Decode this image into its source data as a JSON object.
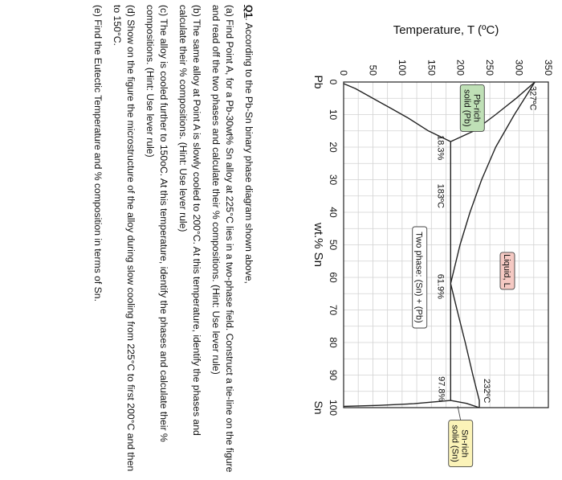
{
  "chart_data": {
    "type": "phase-diagram",
    "xlabel": "wt.% Sn",
    "ylabel": "Temperature, T (ºC)",
    "xlim": [
      0,
      100
    ],
    "ylim": [
      0,
      350
    ],
    "x_ticks": [
      "0",
      "10",
      "20",
      "30",
      "40",
      "50",
      "60",
      "70",
      "80",
      "90",
      "100"
    ],
    "y_ticks": [
      "0",
      "50",
      "100",
      "150",
      "200",
      "250",
      "300",
      "350"
    ],
    "x_end_labels": {
      "left": "Pb",
      "right": "Sn"
    },
    "grid": true,
    "boundaries": {
      "liquidus_pb": [
        [
          0,
          327
        ],
        [
          10,
          292
        ],
        [
          20,
          260
        ],
        [
          30,
          236
        ],
        [
          40,
          216
        ],
        [
          50,
          199
        ],
        [
          61.9,
          183
        ]
      ],
      "liquidus_sn": [
        [
          61.9,
          183
        ],
        [
          70,
          194
        ],
        [
          80,
          208
        ],
        [
          90,
          221
        ],
        [
          97.8,
          232
        ],
        [
          100,
          232
        ]
      ],
      "solidus_pb": [
        [
          0,
          327
        ],
        [
          5,
          295
        ],
        [
          10,
          260
        ],
        [
          15,
          223
        ],
        [
          18.3,
          183
        ]
      ],
      "solvus_pb": [
        [
          18.3,
          183
        ],
        [
          15,
          145
        ],
        [
          11,
          110
        ],
        [
          8,
          80
        ],
        [
          5,
          50
        ],
        [
          2,
          20
        ],
        [
          0.5,
          0
        ]
      ],
      "eutectic": [
        [
          18.3,
          183
        ],
        [
          97.8,
          183
        ]
      ],
      "solvus_sn": [
        [
          97.8,
          183
        ],
        [
          98.8,
          120
        ],
        [
          99.3,
          60
        ],
        [
          99.6,
          0
        ]
      ],
      "solidus_sn": [
        [
          97.8,
          183
        ],
        [
          98.7,
          210
        ],
        [
          100,
          232
        ]
      ]
    },
    "points": [
      {
        "label": "327ºC",
        "x": 0,
        "y": 327
      },
      {
        "label": "232ºC",
        "x": 100,
        "y": 232
      },
      {
        "label": "18.3%",
        "x": 18.3,
        "y": 183
      },
      {
        "label": "61.9%",
        "x": 61.9,
        "y": 183
      },
      {
        "label": "97.8%",
        "x": 97.8,
        "y": 183
      },
      {
        "label": "183ºC",
        "x": 35,
        "y": 183
      }
    ],
    "regions": [
      {
        "label": "Liquid, L",
        "x": 58,
        "y": 280,
        "fill": "#f5c9c3"
      },
      {
        "label": "Pb-rich solid (Pb)",
        "x": 8,
        "y": 220,
        "fill": "#bfe0b6"
      },
      {
        "label": "Two phase: (Sn) + (Pb)",
        "x": 60,
        "y": 130,
        "fill": "#ffffff"
      },
      {
        "label": "Sn-rich solid (Sn)",
        "x": 111,
        "y": 200,
        "fill": "#fbf3b8"
      }
    ]
  },
  "question": {
    "number": "Q1",
    "intro": ". According to the Pb-Sn binary phase diagram shown above,",
    "parts": [
      "(a) Find Point A, for a Pb-30wt% Sn alloy at 225°C lies in a two-phase field. Construct a tie-line on the figure and read off the two phases and calculate their % compositions. (Hint: Use lever rule)",
      "(b) The same alloy at Point A is slowly cooled to 200°C. At this temperature, identify the phases and calculate their % compositions. (Hint: Use lever rule)",
      "(c) The alloy is cooled further to 150oC. At this temperature, identify the phases and calculate their % compositions. (Hint: Use lever rule)",
      "(d) Show on the figure the microstructure of the alloy during slow cooling from 225°C to first 200°C and then to 150°C.",
      "(e) Find the Eutectic Temperature and % composition in terms of Sn."
    ]
  }
}
